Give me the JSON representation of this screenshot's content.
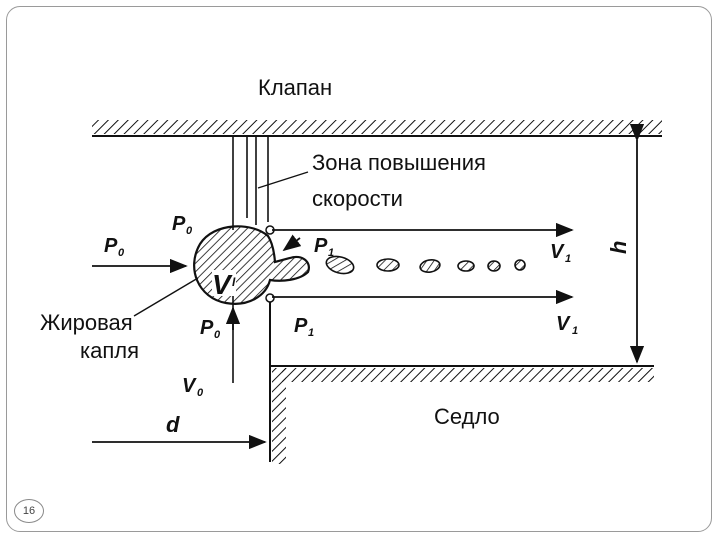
{
  "labels": {
    "valve": "Клапан",
    "zone": "Зона повышения",
    "zone2": "скорости",
    "seat": "Седло",
    "fat1": "Жировая",
    "fat2": "капля",
    "p0_top": "P",
    "p0_top_sub": "0",
    "p0_left": "P",
    "p0_left_sub": "0",
    "p0_bottom": "P",
    "p0_bottom_sub": "0",
    "p1_upper": "P",
    "p1_upper_sub": "1",
    "p1_lower": "P",
    "p1_lower_sub": "1",
    "v1_upper": "V",
    "v1_upper_sub": "1",
    "v1_lower": "V",
    "v1_lower_sub": "1",
    "v0": "V",
    "v0_sub": "0",
    "h": "h",
    "d": "d",
    "droplet_letter": "V",
    "droplet_sub": "I"
  },
  "slide_number": "16"
}
